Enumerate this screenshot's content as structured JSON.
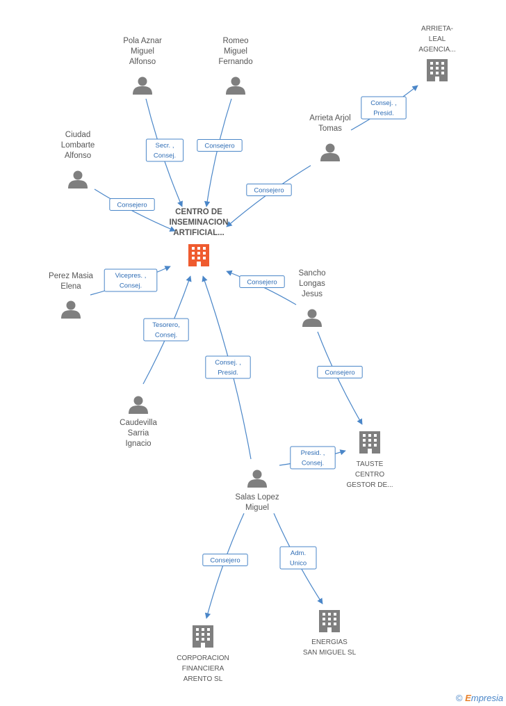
{
  "colors": {
    "edge": "#4a86c8",
    "person_icon": "#7f7f7f",
    "company_icon": "#7f7f7f",
    "center_icon": "#ef5b2f",
    "label": "#555555"
  },
  "nodes": [
    {
      "id": "center",
      "type": "company-center",
      "lines": [
        "CENTRO DE",
        "INSEMINACION",
        "ARTIFICIAL..."
      ]
    },
    {
      "id": "pola",
      "type": "person",
      "lines": [
        "Pola Aznar",
        "Miguel",
        "Alfonso"
      ]
    },
    {
      "id": "romeo",
      "type": "person",
      "lines": [
        "Romeo",
        "Miguel",
        "Fernando"
      ]
    },
    {
      "id": "arrieta_leal",
      "type": "company",
      "lines": [
        "ARRIETA-",
        "LEAL",
        "AGENCIA..."
      ]
    },
    {
      "id": "arrieta_arjol",
      "type": "person",
      "lines": [
        "Arrieta Arjol",
        "Tomas"
      ]
    },
    {
      "id": "ciudad",
      "type": "person",
      "lines": [
        "Ciudad",
        "Lombarte",
        "Alfonso"
      ]
    },
    {
      "id": "perez",
      "type": "person",
      "lines": [
        "Perez Masia",
        "Elena"
      ]
    },
    {
      "id": "sancho",
      "type": "person",
      "lines": [
        "Sancho",
        "Longas",
        "Jesus"
      ]
    },
    {
      "id": "caudevilla",
      "type": "person",
      "lines": [
        "Caudevilla",
        "Sarria",
        "Ignacio"
      ]
    },
    {
      "id": "tauste",
      "type": "company",
      "lines": [
        "TAUSTE",
        "CENTRO",
        "GESTOR DE..."
      ]
    },
    {
      "id": "salas",
      "type": "person",
      "lines": [
        "Salas Lopez",
        "Miguel"
      ]
    },
    {
      "id": "corporacion",
      "type": "company",
      "lines": [
        "CORPORACION",
        "FINANCIERA",
        "ARENTO SL"
      ]
    },
    {
      "id": "energias",
      "type": "company",
      "lines": [
        "ENERGIAS",
        "SAN MIGUEL SL"
      ]
    }
  ],
  "edges": [
    {
      "from": "pola",
      "to": "center",
      "role": [
        "Secr. ,",
        "Consej."
      ]
    },
    {
      "from": "romeo",
      "to": "center",
      "role": [
        "Consejero"
      ]
    },
    {
      "from": "arrieta_arjol",
      "to": "arrieta_leal",
      "role": [
        "Consej. ,",
        "Presid."
      ]
    },
    {
      "from": "arrieta_arjol",
      "to": "center",
      "role": [
        "Consejero"
      ]
    },
    {
      "from": "ciudad",
      "to": "center",
      "role": [
        "Consejero"
      ]
    },
    {
      "from": "perez",
      "to": "center",
      "role": [
        "Vicepres. ,",
        "Consej."
      ]
    },
    {
      "from": "sancho",
      "to": "center",
      "role": [
        "Consejero"
      ]
    },
    {
      "from": "caudevilla",
      "to": "center",
      "role": [
        "Tesorero,",
        "Consej."
      ]
    },
    {
      "from": "salas",
      "to": "center",
      "role": [
        "Consej. ,",
        "Presid."
      ]
    },
    {
      "from": "sancho",
      "to": "tauste",
      "role": [
        "Consejero"
      ]
    },
    {
      "from": "salas",
      "to": "tauste",
      "role": [
        "Presid. ,",
        "Consej."
      ]
    },
    {
      "from": "salas",
      "to": "corporacion",
      "role": [
        "Consejero"
      ]
    },
    {
      "from": "salas",
      "to": "energias",
      "role": [
        "Adm.",
        "Unico"
      ]
    }
  ],
  "footer": {
    "copyright": "©",
    "brand_e": "E",
    "brand_rest": "mpresia"
  }
}
